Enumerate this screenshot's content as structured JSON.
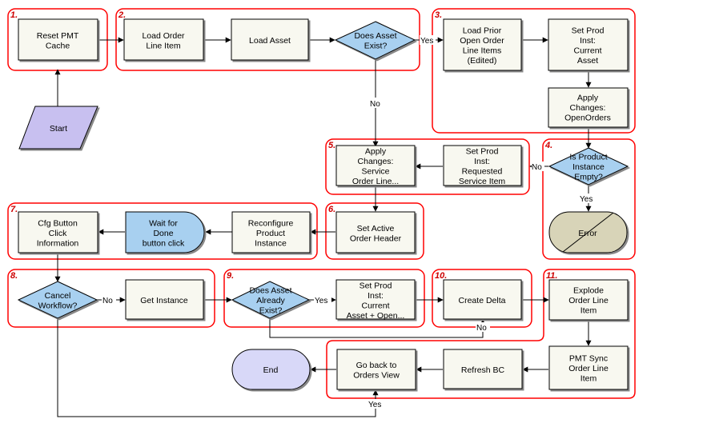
{
  "groups": [
    "1.",
    "2.",
    "3.",
    "4.",
    "5.",
    "6.",
    "7.",
    "8.",
    "9.",
    "10.",
    "11."
  ],
  "nodes": {
    "reset_cache": [
      "Reset PMT",
      "Cache"
    ],
    "start": [
      "Start"
    ],
    "load_order_line_item": [
      "Load Order",
      "Line Item"
    ],
    "load_asset": [
      "Load Asset"
    ],
    "does_asset_exist": [
      "Does Asset",
      "Exist?"
    ],
    "load_prior_open_order": [
      "Load Prior",
      "Open Order",
      "Line Items",
      "(Edited)"
    ],
    "set_prod_inst_current_asset": [
      "Set Prod",
      "Inst:",
      "Current",
      "Asset"
    ],
    "apply_changes_open_orders": [
      "Apply",
      "Changes:",
      "OpenOrders"
    ],
    "is_product_instance_empty": [
      "Is Product",
      "Instance",
      "Empty?"
    ],
    "error": [
      "Error"
    ],
    "set_prod_inst_requested": [
      "Set Prod",
      "Inst:",
      "Requested",
      "Service Item"
    ],
    "apply_changes_service": [
      "Apply",
      "Changes:",
      "Service",
      "Order Line..."
    ],
    "set_active_order_header": [
      "Set Active",
      "Order Header"
    ],
    "reconfigure_product_instance": [
      "Reconfigure",
      "Product",
      "Instance"
    ],
    "wait_for_done": [
      "Wait for",
      "Done",
      "button click"
    ],
    "cfg_button_click": [
      "Cfg Button",
      "Click",
      "Information"
    ],
    "cancel_workflow": [
      "Cancel",
      "Workflow?"
    ],
    "get_instance": [
      "Get Instance"
    ],
    "does_asset_already_exist": [
      "Does Asset",
      "Already",
      "Exist?"
    ],
    "set_prod_inst_current_open": [
      "Set Prod",
      "Inst:",
      "Current",
      "Asset + Open..."
    ],
    "create_delta": [
      "Create Delta"
    ],
    "explode_order_line_item": [
      "Explode",
      "Order Line",
      "Item"
    ],
    "pmt_sync_order_line_item": [
      "PMT Sync",
      "Order Line",
      "Item"
    ],
    "refresh_bc": [
      "Refresh BC"
    ],
    "go_back_to_orders_view": [
      "Go back to",
      "Orders View"
    ],
    "end": [
      "End"
    ]
  },
  "edge_labels": {
    "asset_exist_yes": "Yes",
    "asset_exist_no": "No",
    "instance_empty_no": "No",
    "instance_empty_yes": "Yes",
    "cancel_no": "No",
    "already_exist_yes": "Yes",
    "already_exist_no": "No",
    "cancel_yes": "Yes"
  },
  "colors": {
    "group_border": "#ff0000",
    "group_number": "#cc0000",
    "task_fill": "#f8f8f0",
    "decision_fill": "#a8d0f0",
    "start_fill": "#c8c0f0",
    "end_fill": "#d8d8f8",
    "error_fill": "#d8d4b8",
    "wait_fill": "#a8d0f0",
    "edge": "#000000"
  }
}
